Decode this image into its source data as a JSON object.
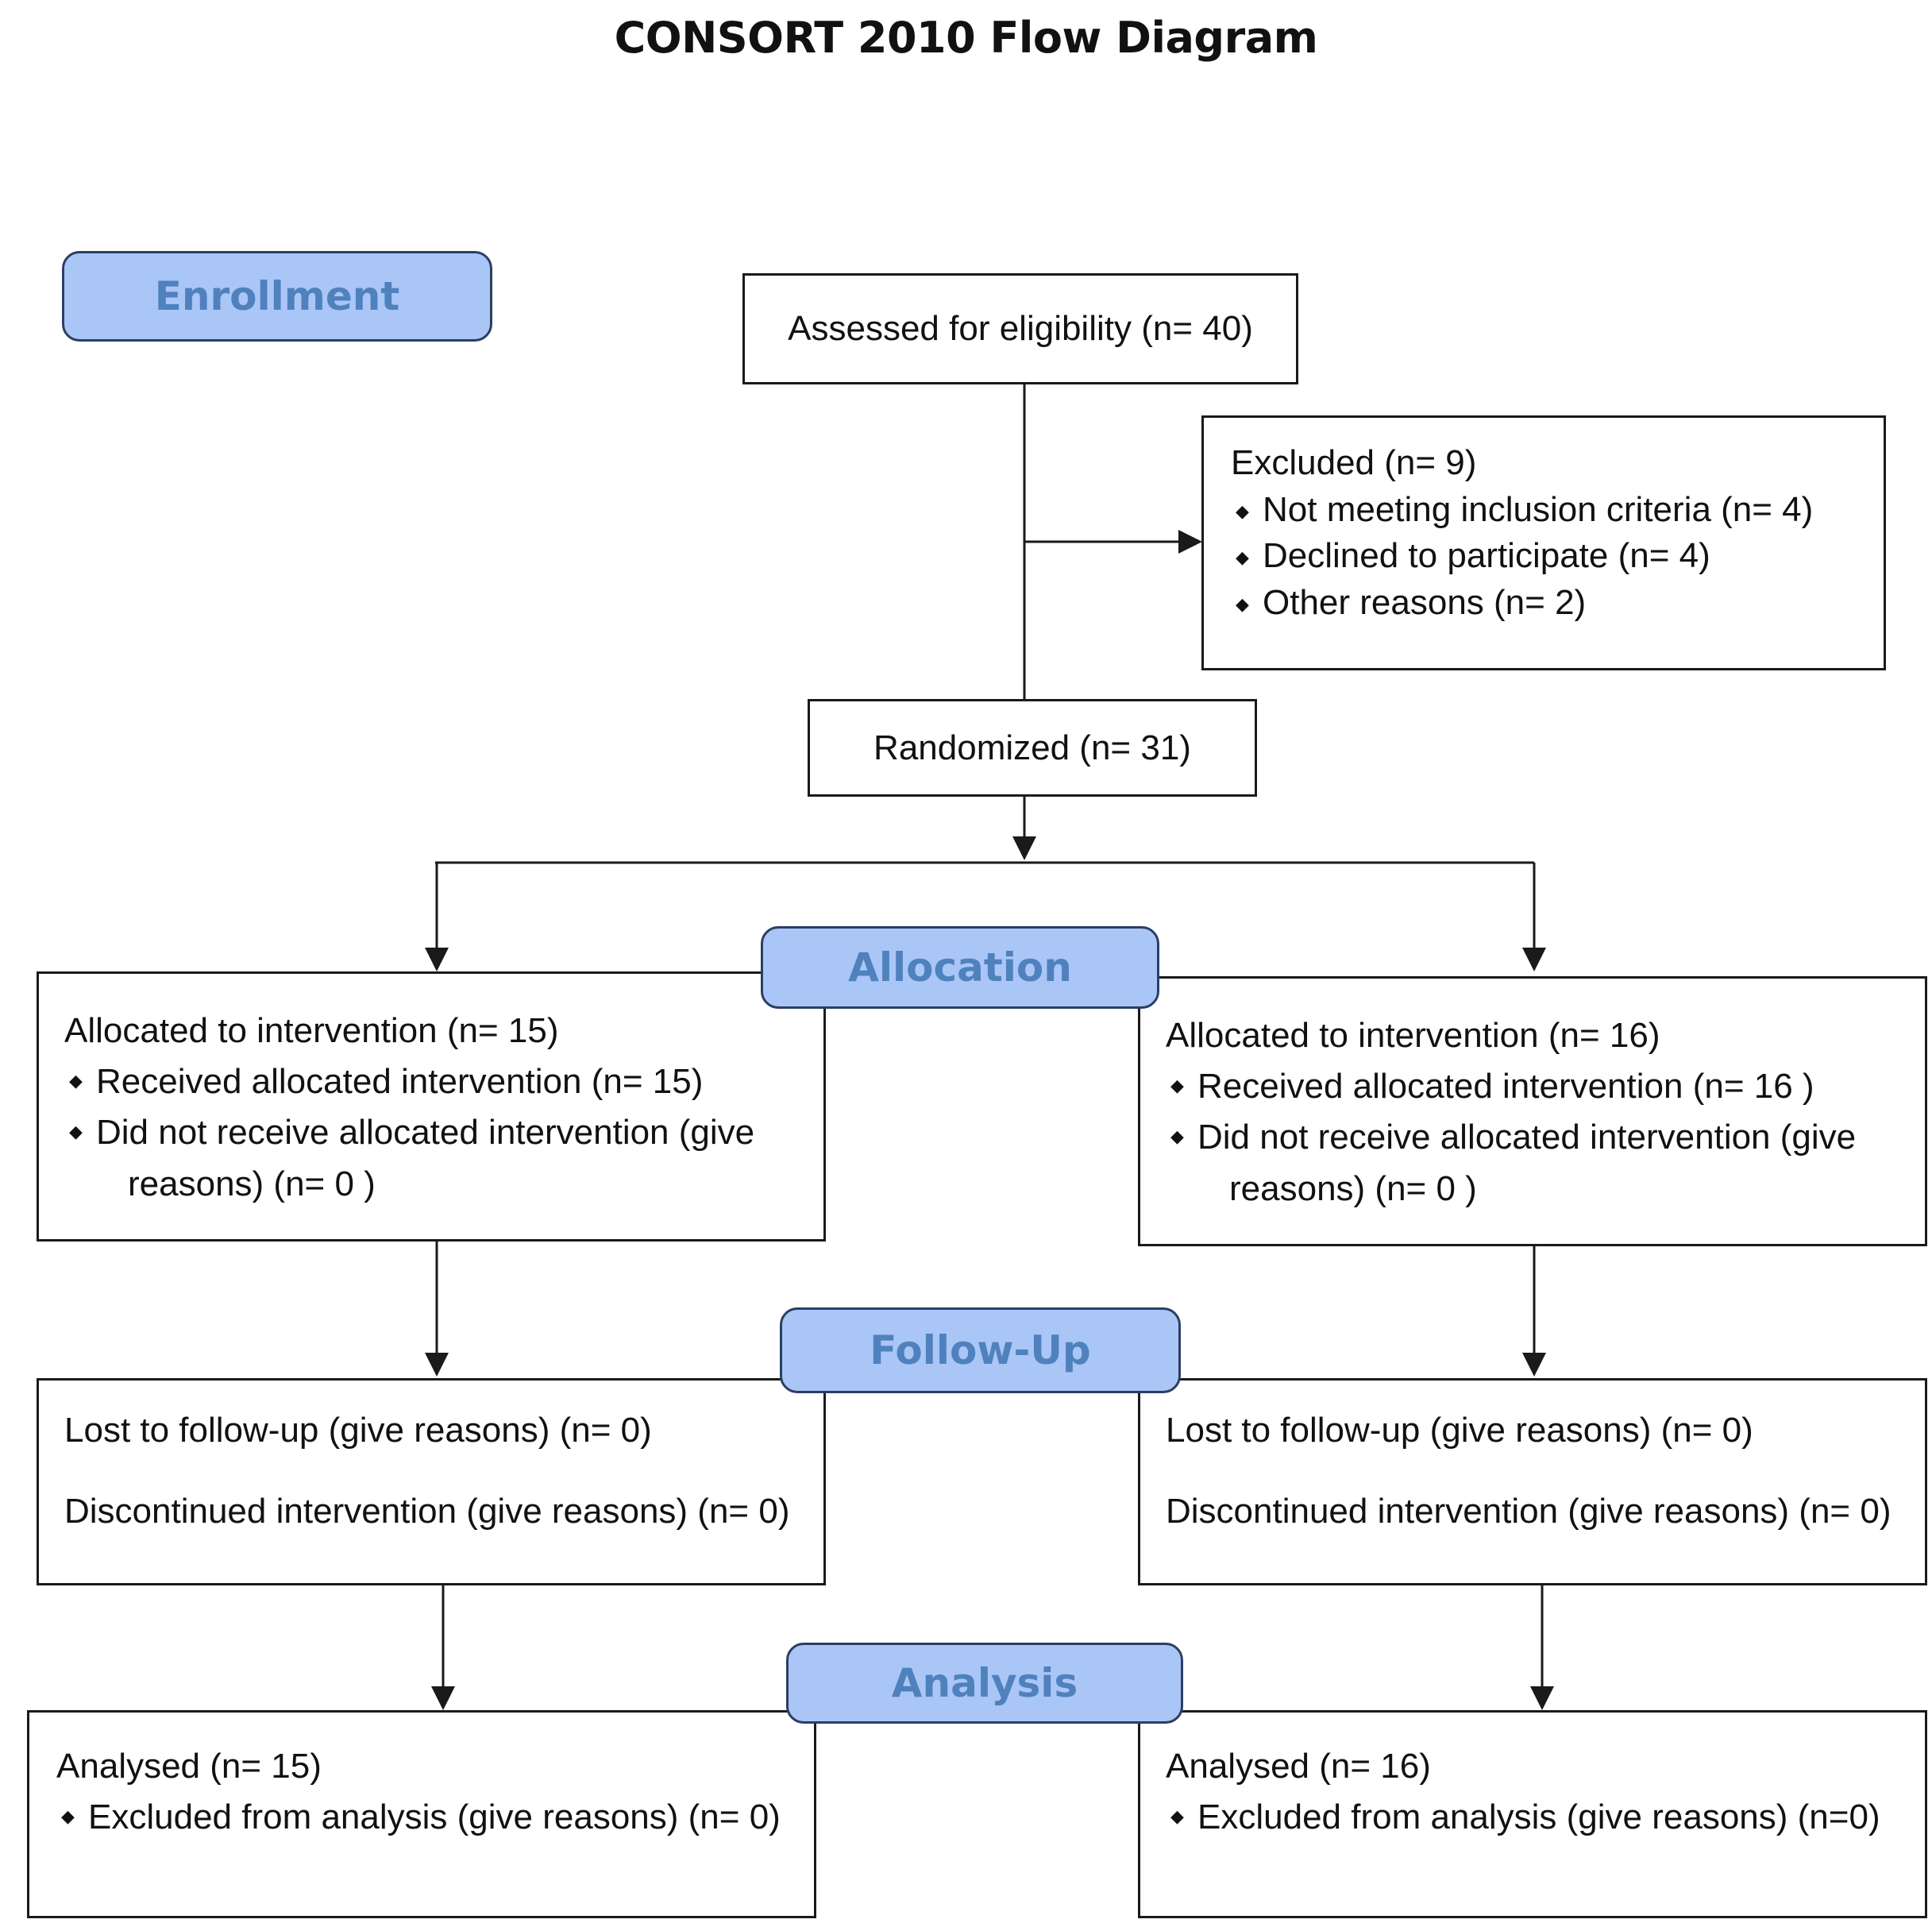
{
  "title": "CONSORT 2010 Flow Diagram",
  "stages": {
    "enrollment": "Enrollment",
    "allocation": "Allocation",
    "follow_up": "Follow-Up",
    "analysis": "Analysis"
  },
  "enrollment": {
    "assessed": "Assessed for eligibility (n= 40)",
    "excluded": {
      "head": "Excluded  (n= 9)",
      "items": [
        "Not meeting inclusion criteria (n= 4)",
        "Declined to participate (n= 4)",
        "Other reasons (n= 2)"
      ]
    },
    "randomized": "Randomized (n= 31)"
  },
  "arms": [
    {
      "allocation": {
        "head": "Allocated to intervention (n= 15)",
        "items": [
          "Received allocated intervention (n= 15)",
          "Did not receive allocated intervention (give",
          "reasons) (n= 0 )"
        ]
      },
      "follow_up": {
        "lost": "Lost to follow-up (give reasons) (n= 0)",
        "discontinued": "Discontinued intervention (give reasons) (n= 0)"
      },
      "analysis": {
        "head": "Analysed  (n= 15)",
        "items": [
          "Excluded from analysis (give reasons) (n= 0)"
        ]
      }
    },
    {
      "allocation": {
        "head": "Allocated to intervention (n= 16)",
        "items": [
          "Received allocated intervention (n= 16 )",
          "Did not receive allocated intervention (give",
          "reasons) (n= 0 )"
        ]
      },
      "follow_up": {
        "lost": "Lost to follow-up (give reasons) (n= 0)",
        "discontinued": "Discontinued intervention (give reasons) (n= 0)"
      },
      "analysis": {
        "head": "Analysed  (n= 16)",
        "items": [
          "Excluded from analysis (give reasons) (n=0)"
        ]
      }
    }
  ],
  "bullet_glyph": "◆",
  "colors": {
    "stage_fill": "#a9c6f7",
    "stage_text": "#4f81bd",
    "stage_border": "#2c3e62",
    "line": "#1a1a1a"
  }
}
